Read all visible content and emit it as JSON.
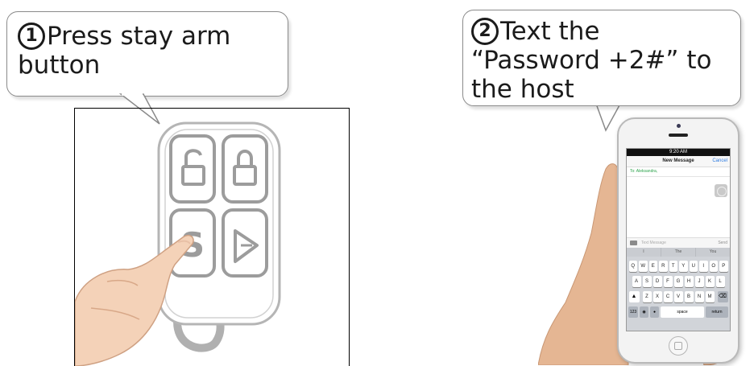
{
  "step1": {
    "number": "1",
    "line1": "Press stay arm",
    "line2": "button"
  },
  "step2": {
    "number": "2",
    "line1": "Text the",
    "line2": "“Password +2#” to",
    "line3": "the host"
  },
  "phone": {
    "time": "9:20 AM",
    "title": "New Message",
    "cancel": "Cancel",
    "to_line": "To: Aleksandra,",
    "input_placeholder": "Text Message",
    "send": "Send",
    "suggestions": [
      "I",
      "The",
      "You"
    ],
    "keyboard_row1": [
      "Q",
      "W",
      "E",
      "R",
      "T",
      "Y",
      "U",
      "I",
      "O",
      "P"
    ],
    "keyboard_row2": [
      "A",
      "S",
      "D",
      "F",
      "G",
      "H",
      "J",
      "K",
      "L"
    ],
    "keyboard_row3": [
      "Z",
      "X",
      "C",
      "V",
      "B",
      "N",
      "M"
    ],
    "key_123": "123",
    "key_space": "space",
    "key_return": "return"
  },
  "remote": {
    "s_key_label": "S"
  },
  "colors": {
    "to_text": "#2aa24a",
    "cancel_text": "#2f7de1",
    "remote_gray": "#a9a9a9"
  }
}
